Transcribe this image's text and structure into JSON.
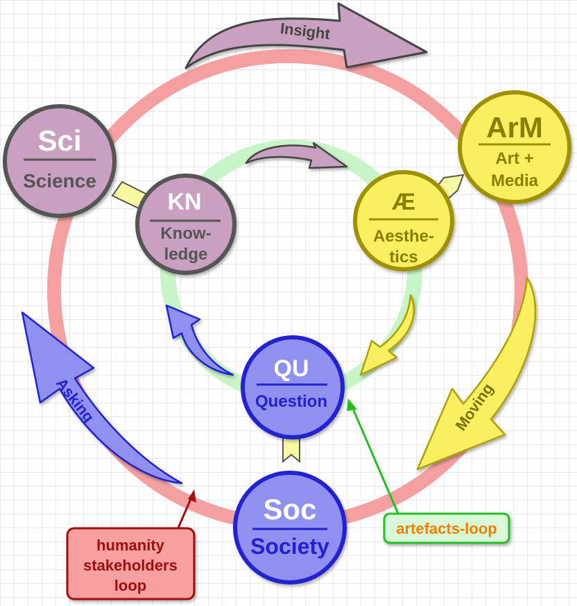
{
  "nodes": {
    "science": {
      "abbr": "Sci",
      "label": "Science"
    },
    "knowledge": {
      "abbr": "KN",
      "label_line1": "Know-",
      "label_line2": "ledge"
    },
    "art_media": {
      "abbr": "ArM",
      "label_line1": "Art +",
      "label_line2": "Media"
    },
    "aesthetics": {
      "abbr": "Æ",
      "label_line1": "Aesthe-",
      "label_line2": "tics"
    },
    "question": {
      "abbr": "QU",
      "label": "Question"
    },
    "society": {
      "abbr": "Soc",
      "label": "Society"
    }
  },
  "arrows": {
    "insight": "Insight",
    "moving": "Moving",
    "asking": "Asking"
  },
  "notes": {
    "humanity": {
      "line1": "humanity",
      "line2": "stakeholders",
      "line3": "loop"
    },
    "artefacts": "artefacts-loop"
  },
  "colors": {
    "outer_ring": "#f5a0a0",
    "inner_ring": "#c8f5c8",
    "purple_fill": "#c9a0c0",
    "yellow_fill": "#f8f060",
    "blue_fill": "#9090f0",
    "blue_stroke": "#2020d0",
    "dark_red": "#a01010",
    "green": "#20c020",
    "orange_text": "#f08000"
  }
}
